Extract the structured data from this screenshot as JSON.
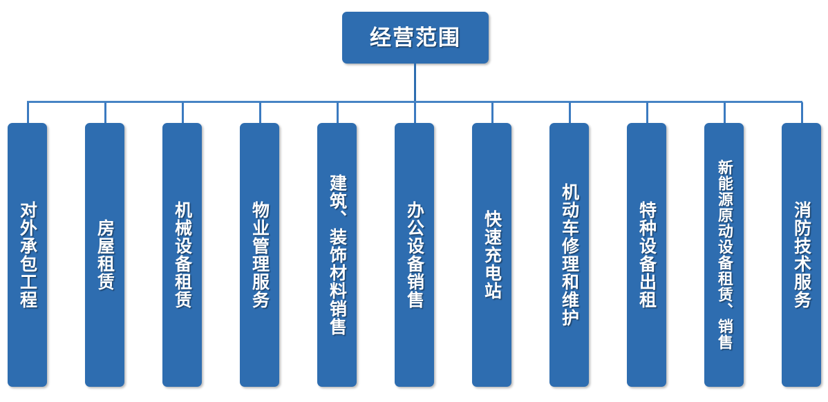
{
  "diagram": {
    "type": "organization-tree",
    "orientation": "top-down",
    "root": {
      "label": "经营范围",
      "color": "#2E6DB0"
    },
    "connector": {
      "bus_color": "#4784C4",
      "stem_color": "#2E6DB0"
    },
    "nodes": [
      {
        "label": "对外承包工程"
      },
      {
        "label": "房屋租赁"
      },
      {
        "label": "机械设备租赁"
      },
      {
        "label": "物业管理服务"
      },
      {
        "label": "建筑、装饰材料销售"
      },
      {
        "label": "办公设备销售"
      },
      {
        "label": "快速充电站"
      },
      {
        "label": "机动车修理和维护"
      },
      {
        "label": "特种设备出租"
      },
      {
        "label": "新能源原动设备租赁、销售"
      },
      {
        "label": "消防技术服务"
      }
    ]
  }
}
